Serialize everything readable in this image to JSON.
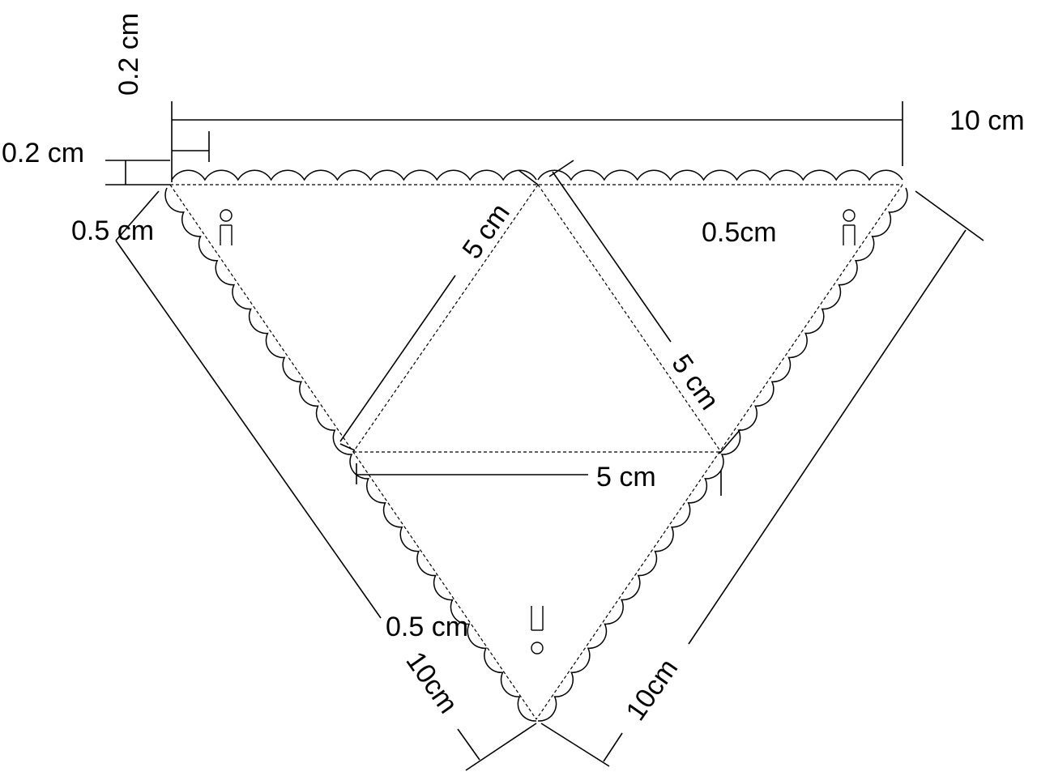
{
  "diagram": {
    "labels": {
      "top_width": "10 cm",
      "scallop_height_vertical": "0.2 cm",
      "scallop_width": "0.2 cm",
      "left_margin": "0.5 cm",
      "right_margin": "0.5cm",
      "bottom_margin": "0.5 cm",
      "upper_left_edge": "5 cm",
      "upper_right_edge": "5 cm",
      "middle_edge": "5 cm",
      "left_side": "10cm",
      "right_side": "10cm"
    }
  }
}
